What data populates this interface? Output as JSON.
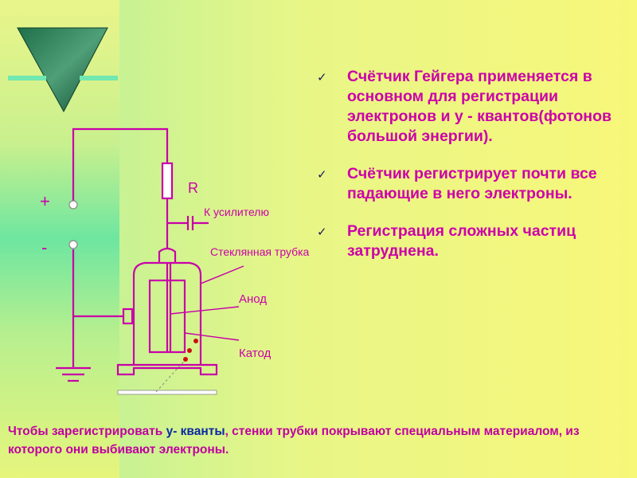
{
  "bullets": [
    {
      "marker": "🝖",
      "text": "Счётчик Гейгера применяется в основном для регистрации электронов и у - квантов(фотонов большой энергии)."
    },
    {
      "marker": "🝖",
      "text": "Счётчик регистрирует почти все падающие в него электроны."
    },
    {
      "marker": "🝖",
      "text": "Регистрация сложных частиц затруднена."
    }
  ],
  "diagram": {
    "plus_label": "+",
    "minus_label": "-",
    "resistor_label": "R",
    "amplifier_label": "К усилителю",
    "glass_tube_label": "Стеклянная трубка",
    "anode_label": "Анод",
    "cathode_label": "Катод"
  },
  "footer": {
    "part1": "Чтобы зарегистрировать ",
    "part2": "у- кванты",
    "part3": ", стенки трубки покрывают специальным материалом, из которого они выбивают электроны."
  },
  "colors": {
    "wire": "#c800a8",
    "text": "#cc00aa",
    "highlight": "#0a2aa0",
    "marker": "#1b1b5a"
  }
}
